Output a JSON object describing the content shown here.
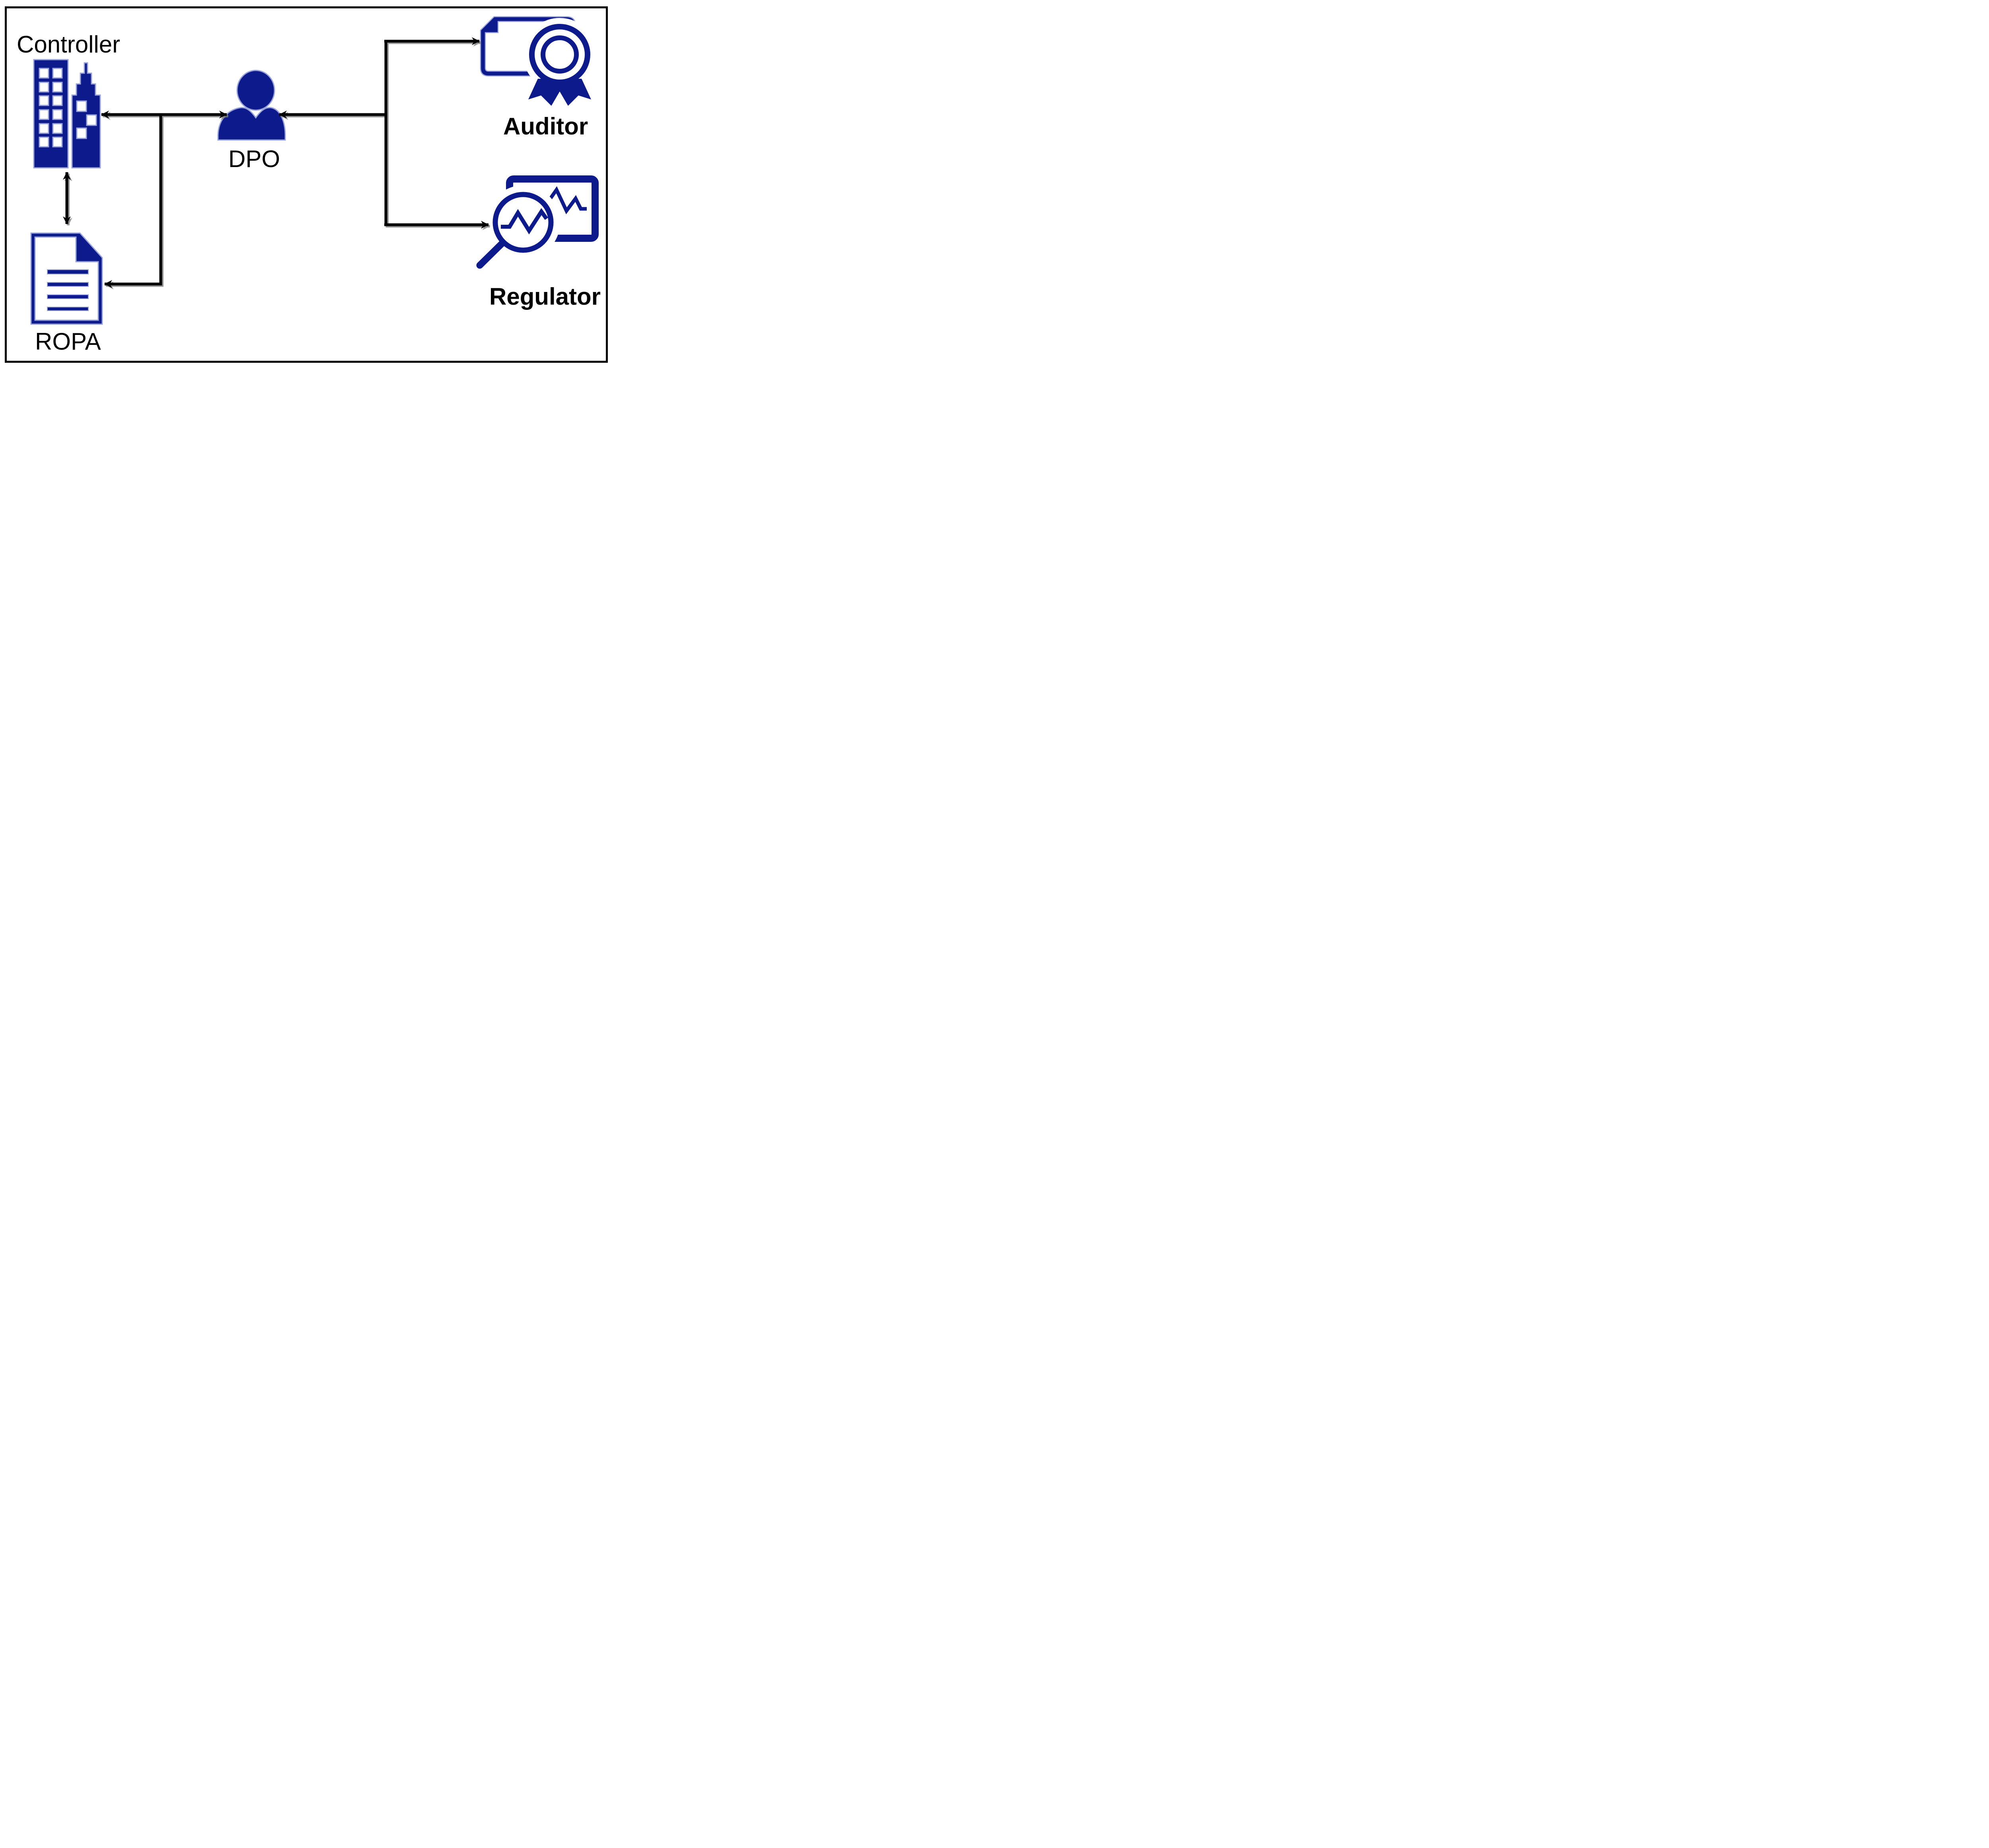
{
  "diagram": {
    "nodes": [
      {
        "id": "controller",
        "label": "Controller",
        "icon": "office-buildings-icon",
        "position": "top-left"
      },
      {
        "id": "dpo",
        "label": "DPO",
        "icon": "person-icon",
        "position": "center"
      },
      {
        "id": "ropa",
        "label": "ROPA",
        "icon": "document-icon",
        "position": "bottom-left"
      },
      {
        "id": "auditor",
        "label": "Auditor",
        "icon": "certificate-icon",
        "position": "top-right"
      },
      {
        "id": "regulator",
        "label": "Regulator",
        "icon": "chart-magnifier-icon",
        "position": "bottom-right"
      }
    ],
    "edges": [
      {
        "from": "dpo",
        "to": "controller",
        "type": "double-headed-arrow"
      },
      {
        "from": "controller",
        "to": "ropa",
        "type": "double-headed-arrow"
      },
      {
        "from": "controller-dpo-line",
        "to": "ropa",
        "type": "arrow"
      },
      {
        "from": "right-trunk",
        "to": "dpo",
        "type": "arrow"
      },
      {
        "from": "right-trunk",
        "to": "auditor",
        "type": "arrow"
      },
      {
        "from": "right-trunk",
        "to": "regulator",
        "type": "arrow"
      }
    ],
    "colors": {
      "icon_fill": "#0D1A8C",
      "icon_outline": "#9AA3DA",
      "line": "#000000",
      "line_shadow": "#7F7F7F",
      "border": "#000000",
      "label_text": "#000000",
      "background": "#FFFFFF"
    }
  }
}
